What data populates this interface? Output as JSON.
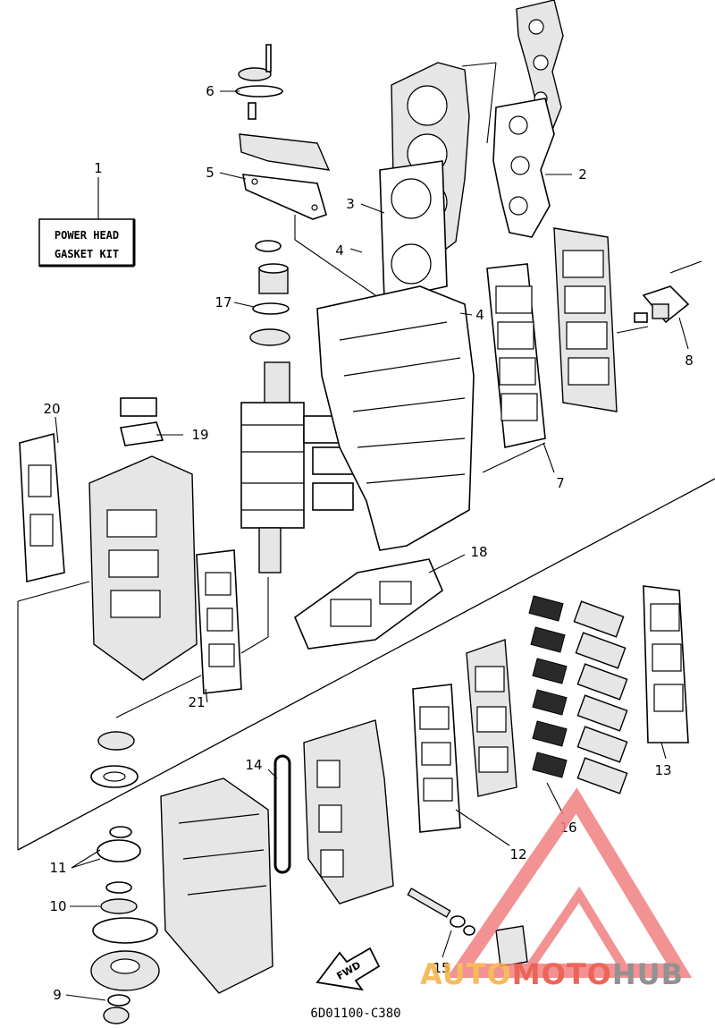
{
  "kit_box": {
    "line1": "POWER HEAD",
    "line2": "GASKET KIT"
  },
  "callouts": [
    "1",
    "2",
    "3",
    "4",
    "4",
    "5",
    "6",
    "7",
    "8",
    "9",
    "10",
    "11",
    "12",
    "13",
    "14",
    "15",
    "16",
    "17",
    "18",
    "19",
    "20",
    "21"
  ],
  "drawing_code": "6D01100-C380",
  "fwd_label": "FWD",
  "watermark": {
    "part1": "AUTO",
    "part2": "MOTO",
    "part3": "HUB"
  },
  "colors": {
    "watermark_orange": "#f5b041",
    "watermark_red": "#e74c3c",
    "watermark_gray": "#7f7f7f",
    "triangle": "#f08080"
  }
}
